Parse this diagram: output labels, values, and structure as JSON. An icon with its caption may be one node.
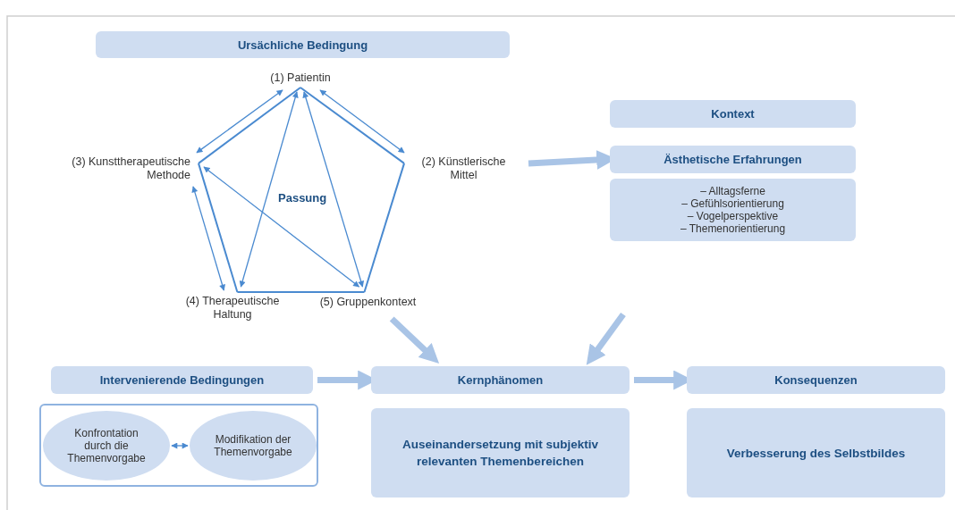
{
  "diagram": {
    "nodes": [
      {
        "text": [
          "Ursächliche Bedingung"
        ]
      },
      {
        "text": [
          "(1) Patientin"
        ]
      },
      {
        "text": [
          "(2) Künstlerische Mittel"
        ]
      },
      {
        "text": [
          "(3) Kunsttherapeutische Methode"
        ]
      },
      {
        "text": [
          "(4) Therapeutische Haltung"
        ]
      },
      {
        "text": [
          "(5) Gruppenkontext"
        ]
      },
      {
        "text": [
          "Kontext"
        ]
      },
      {
        "text": [
          "Ästhetische Erfahrungen"
        ]
      },
      {
        "text": [
          "– Alltagsferne",
          "– Gefühlsorientierung",
          "– Vogelperspektive",
          "– Themenorientierung"
        ]
      },
      {
        "text": [
          "Intervenierende Bedingungen"
        ]
      },
      {
        "text": [],
        "shape": "box"
      },
      {
        "text": [
          "Konfrontation durch die Themenvorgabe"
        ],
        "in": 10
      },
      {
        "text": [
          "Modifikation der Themenvorgabe"
        ],
        "in": 10
      },
      {
        "text": [
          "Kernphänomen"
        ]
      },
      {
        "text": [
          "Auseinandersetzung mit subjektiv relevanten Themenbereichen"
        ]
      },
      {
        "text": [
          "Konsequenzen"
        ]
      },
      {
        "text": [
          "Verbesserung des Selbstbildes"
        ]
      }
    ],
    "edges": [
      {
        "from": 1,
        "to": 2,
        "arrow": "none"
      },
      {
        "from": 2,
        "to": 5,
        "arrow": "none"
      },
      {
        "from": 5,
        "to": 4,
        "arrow": "none"
      },
      {
        "from": 4,
        "to": 3,
        "arrow": "none"
      },
      {
        "from": 3,
        "to": 1,
        "arrow": "none"
      },
      {
        "from": 3,
        "to": 1,
        "arrow": "both"
      },
      {
        "from": 1,
        "to": 2,
        "arrow": "both"
      },
      {
        "from": 3,
        "to": 4,
        "arrow": "both"
      },
      {
        "from": 1,
        "to": 4,
        "arrow": "both"
      },
      {
        "from": 1,
        "to": 5,
        "arrow": "both"
      },
      {
        "from": 3,
        "to": 5,
        "arrow": "both"
      },
      {
        "from": 2,
        "to": 7,
        "arrow": "to",
        "style": "thick",
        "color": "#a9c4e6"
      },
      {
        "from": 5,
        "to": 13,
        "arrow": "to",
        "style": "thick",
        "color": "#a9c4e6"
      },
      {
        "from": null,
        "to": 13,
        "arrow": "to",
        "style": "thick",
        "color": "#a9c4e6"
      },
      {
        "from": 9,
        "to": 13,
        "arrow": "to",
        "style": "thick",
        "color": "#a9c4e6"
      },
      {
        "from": 13,
        "to": 15,
        "arrow": "to",
        "style": "thick",
        "color": "#a9c4e6"
      },
      {
        "from": 11,
        "to": 12,
        "arrow": "both"
      }
    ],
    "labels": [
      "Passung"
    ]
  }
}
